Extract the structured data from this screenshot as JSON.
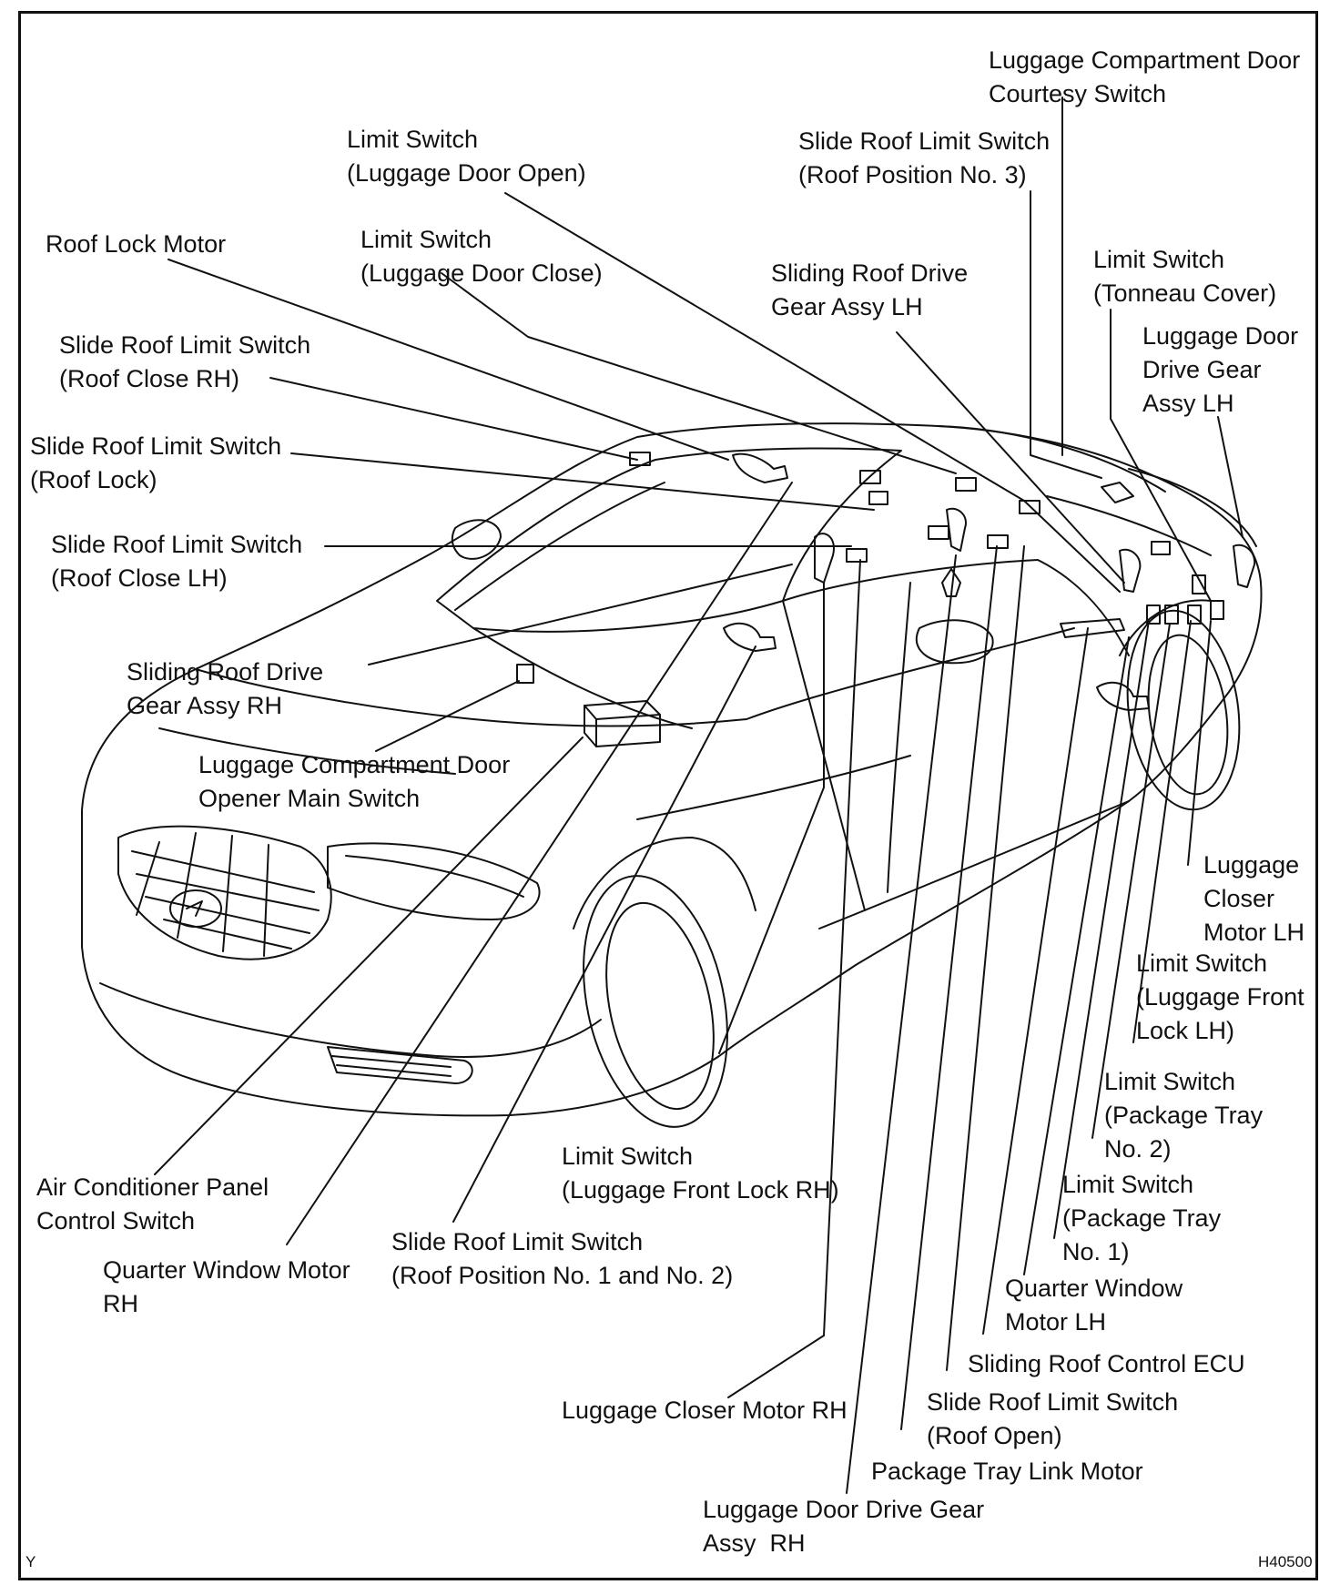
{
  "diagram": {
    "corner_left": "Y",
    "corner_right": "H40500",
    "labels": {
      "luggage_compartment_door_courtesy_switch": "Luggage Compartment Door\nCourtesy Switch",
      "limit_switch_luggage_door_open": "Limit Switch\n(Luggage Door Open)",
      "slide_roof_limit_switch_roof_position_3": "Slide Roof Limit Switch\n(Roof Position No. 3)",
      "roof_lock_motor": "Roof Lock Motor",
      "limit_switch_luggage_door_close": "Limit Switch\n(Luggage Door Close)",
      "sliding_roof_drive_gear_assy_lh": "Sliding Roof Drive\nGear Assy LH",
      "limit_switch_tonneau_cover": "Limit Switch\n(Tonneau Cover)",
      "luggage_door_drive_gear_assy_lh": "Luggage Door\nDrive Gear\nAssy LH",
      "slide_roof_limit_switch_roof_close_rh": "Slide Roof Limit Switch\n(Roof Close RH)",
      "slide_roof_limit_switch_roof_lock": "Slide Roof Limit Switch\n(Roof Lock)",
      "slide_roof_limit_switch_roof_close_lh": "Slide Roof Limit Switch\n(Roof Close LH)",
      "sliding_roof_drive_gear_assy_rh": "Sliding Roof Drive\nGear Assy RH",
      "luggage_compartment_door_opener_main_switch": "Luggage Compartment Door\nOpener Main Switch",
      "luggage_closer_motor_lh": "Luggage\nCloser\nMotor LH",
      "limit_switch_luggage_front_lock_lh": "Limit Switch\n(Luggage Front\nLock LH)",
      "limit_switch_package_tray_2": "Limit Switch\n(Package Tray\nNo. 2)",
      "limit_switch_package_tray_1": "Limit Switch\n(Package Tray\nNo. 1)",
      "limit_switch_luggage_front_lock_rh": "Limit Switch\n(Luggage Front Lock RH)",
      "air_conditioner_panel_control_switch": "Air Conditioner Panel\nControl Switch",
      "slide_roof_limit_switch_roof_position_1_2": "Slide Roof Limit Switch\n(Roof Position No. 1 and No. 2)",
      "quarter_window_motor_rh": "Quarter Window Motor\nRH",
      "quarter_window_motor_lh": "Quarter Window\nMotor LH",
      "sliding_roof_control_ecu": "Sliding Roof Control ECU",
      "luggage_closer_motor_rh": "Luggage Closer Motor RH",
      "slide_roof_limit_switch_roof_open": "Slide Roof Limit Switch\n(Roof Open)",
      "package_tray_link_motor": "Package Tray Link Motor",
      "luggage_door_drive_gear_assy_rh": "Luggage Door Drive Gear\nAssy  RH"
    }
  }
}
